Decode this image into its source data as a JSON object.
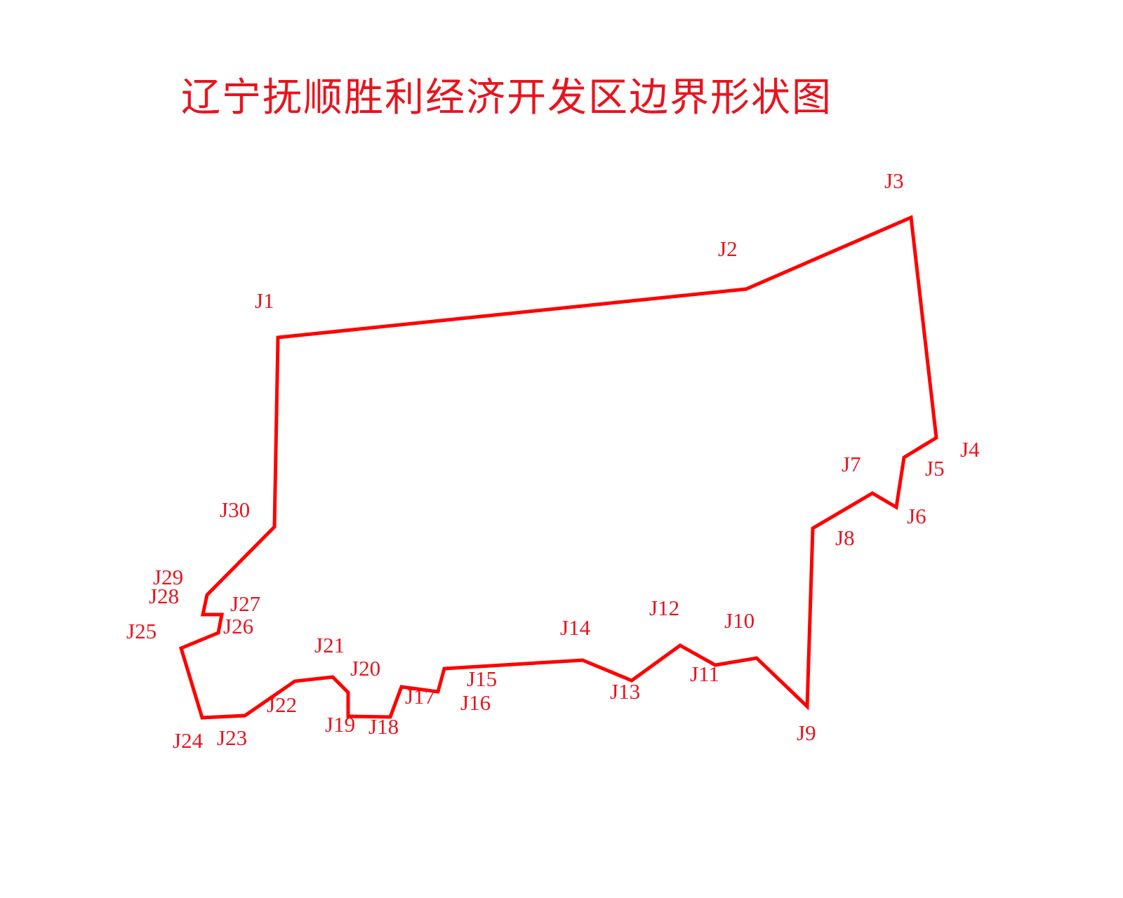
{
  "title": "辽宁抚顺胜利经济开发区边界形状图",
  "colors": {
    "boundary": "#ff0000",
    "label": "#e8141e",
    "background": "#ffffff"
  },
  "points": [
    {
      "id": "J1",
      "label": "J1"
    },
    {
      "id": "J2",
      "label": "J2"
    },
    {
      "id": "J3",
      "label": "J3"
    },
    {
      "id": "J4",
      "label": "J4"
    },
    {
      "id": "J5",
      "label": "J5"
    },
    {
      "id": "J6",
      "label": "J6"
    },
    {
      "id": "J7",
      "label": "J7"
    },
    {
      "id": "J8",
      "label": "J8"
    },
    {
      "id": "J9",
      "label": "J9"
    },
    {
      "id": "J10",
      "label": "J10"
    },
    {
      "id": "J11",
      "label": "J11"
    },
    {
      "id": "J12",
      "label": "J12"
    },
    {
      "id": "J13",
      "label": "J13"
    },
    {
      "id": "J14",
      "label": "J14"
    },
    {
      "id": "J15",
      "label": "J15"
    },
    {
      "id": "J16",
      "label": "J16"
    },
    {
      "id": "J17",
      "label": "J17"
    },
    {
      "id": "J18",
      "label": "J18"
    },
    {
      "id": "J19",
      "label": "J19"
    },
    {
      "id": "J20",
      "label": "J20"
    },
    {
      "id": "J21",
      "label": "J21"
    },
    {
      "id": "J22",
      "label": "J22"
    },
    {
      "id": "J23",
      "label": "J23"
    },
    {
      "id": "J24",
      "label": "J24"
    },
    {
      "id": "J25",
      "label": "J25"
    },
    {
      "id": "J26",
      "label": "J26"
    },
    {
      "id": "J27",
      "label": "J27"
    },
    {
      "id": "J28",
      "label": "J28"
    },
    {
      "id": "J29",
      "label": "J29"
    },
    {
      "id": "J30",
      "label": "J30"
    }
  ]
}
